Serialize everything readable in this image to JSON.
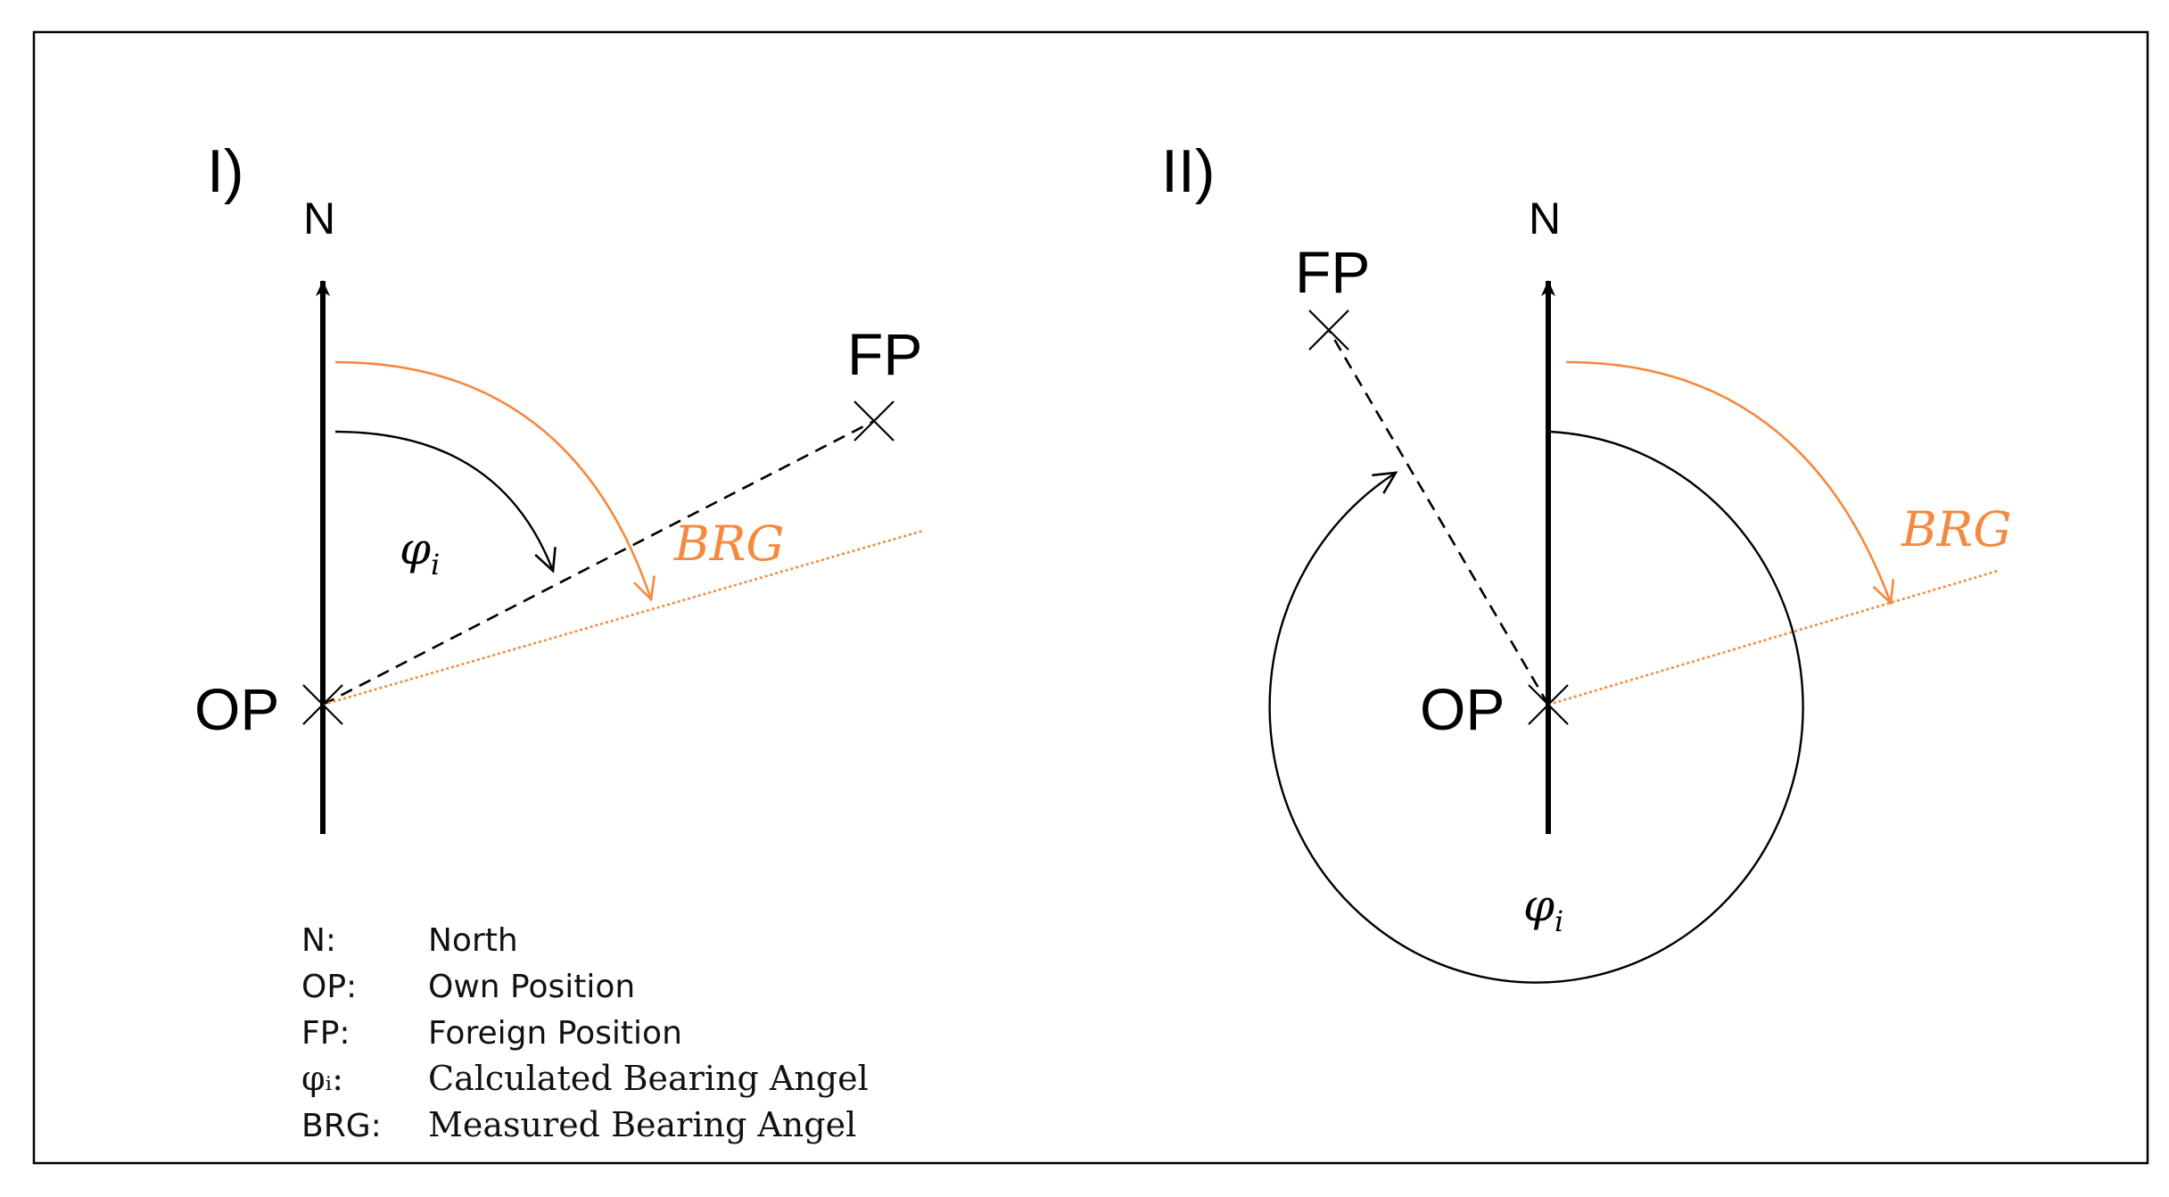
{
  "panels": [
    {
      "label": "I)",
      "north": "N",
      "own": "OP",
      "foreign": "FP",
      "phi": "φ",
      "phi_sub": "i",
      "brg": "BRG"
    },
    {
      "label": "II)",
      "north": "N",
      "own": "OP",
      "foreign": "FP",
      "phi": "φ",
      "phi_sub": "i",
      "brg": "BRG"
    }
  ],
  "legend": [
    {
      "key": "N:",
      "value": "North"
    },
    {
      "key": "OP:",
      "value": "Own Position"
    },
    {
      "key": "FP:",
      "value": "Foreign Position"
    },
    {
      "key": "φᵢ:",
      "value": "Calculated Bearing Angel"
    },
    {
      "key": "BRG:",
      "value": "Measured Bearing Angel"
    }
  ],
  "colors": {
    "orange": "#f4893f",
    "black": "#000000"
  }
}
